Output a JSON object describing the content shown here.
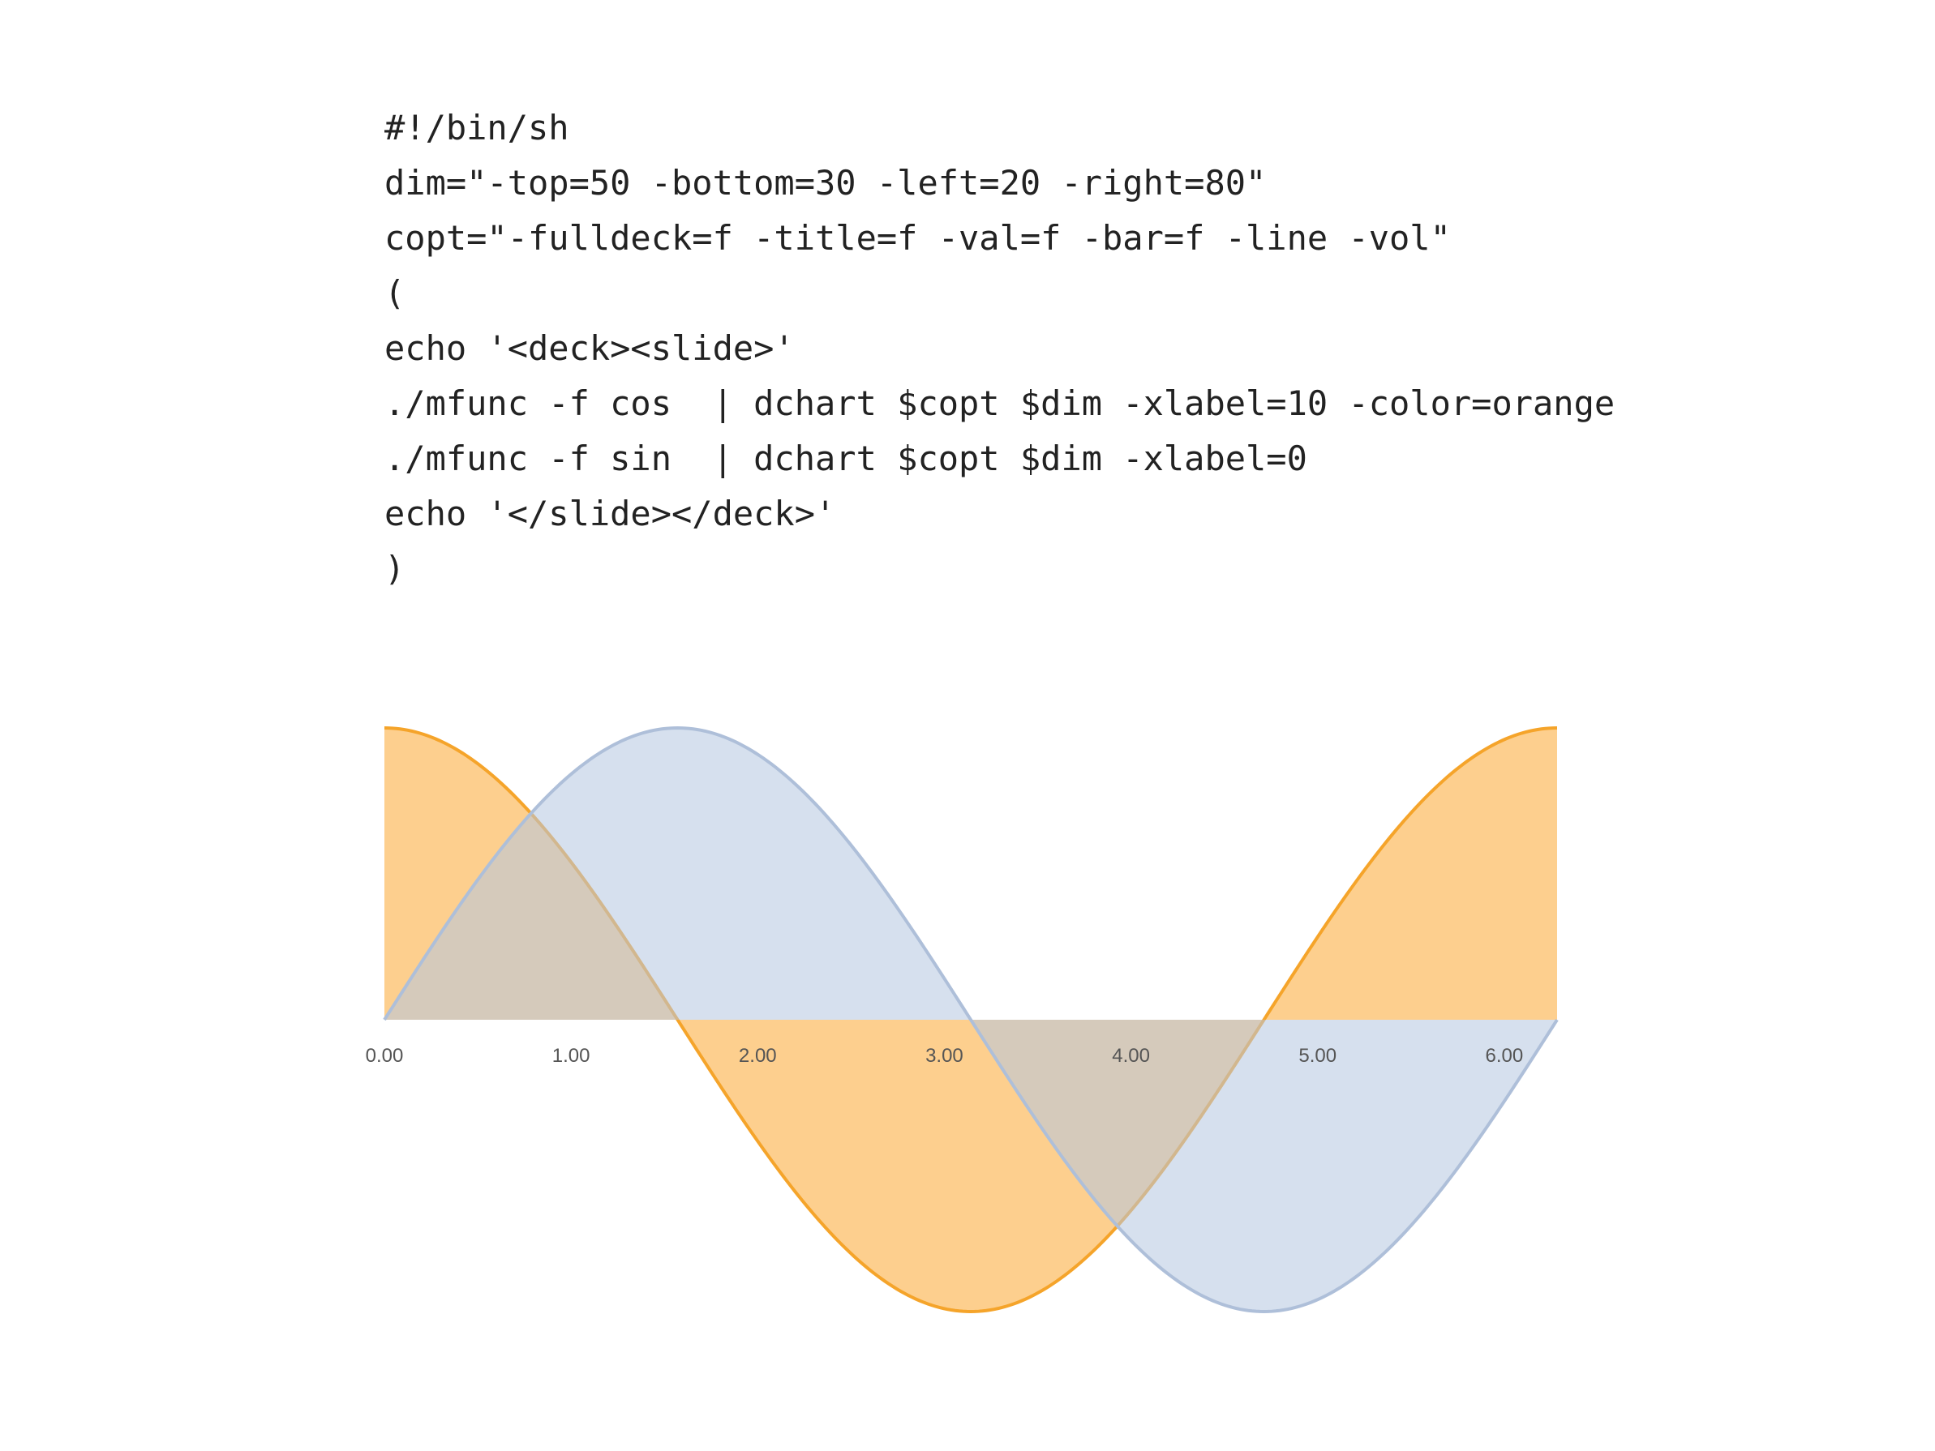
{
  "code": {
    "lines": [
      "#!/bin/sh",
      "dim=\"-top=50 -bottom=30 -left=20 -right=80\"",
      "copt=\"-fulldeck=f -title=f -val=f -bar=f -line -vol\"",
      "(",
      "echo '<deck><slide>'",
      "./mfunc -f cos  | dchart $copt $dim -xlabel=10 -color=orange",
      "./mfunc -f sin  | dchart $copt $dim -xlabel=0",
      "echo '</slide></deck>'",
      ")"
    ]
  },
  "chart_data": {
    "type": "area",
    "x_function_range": [
      0,
      6.283
    ],
    "ylim": [
      -1,
      1
    ],
    "grid": false,
    "legend": "none",
    "xtick_labels": [
      "0.00",
      "1.00",
      "2.00",
      "3.00",
      "4.00",
      "5.00",
      "6.00"
    ],
    "series": [
      {
        "function": "cos",
        "line_color": "#f5a42a",
        "fill_color": "#fdcf8e",
        "fill_opacity": 1,
        "x": [
          0,
          0.5,
          1.0,
          1.5,
          2.0,
          2.5,
          3.0,
          3.5,
          4.0,
          4.5,
          5.0,
          5.5,
          6.0,
          6.283
        ],
        "values": [
          1.0,
          0.878,
          0.54,
          0.071,
          -0.416,
          -0.801,
          -0.99,
          -0.936,
          -0.654,
          -0.211,
          0.284,
          0.709,
          0.96,
          1.0
        ]
      },
      {
        "function": "sin",
        "line_color": "#aebfd9",
        "fill_color": "#b4c6e0",
        "fill_opacity": 0.55,
        "x": [
          0,
          0.5,
          1.0,
          1.5,
          2.0,
          2.5,
          3.0,
          3.5,
          4.0,
          4.5,
          5.0,
          5.5,
          6.0,
          6.283
        ],
        "values": [
          0.0,
          0.479,
          0.841,
          0.997,
          0.909,
          0.598,
          0.141,
          -0.351,
          -0.757,
          -0.978,
          -0.959,
          -0.706,
          -0.279,
          0.0
        ]
      }
    ]
  }
}
